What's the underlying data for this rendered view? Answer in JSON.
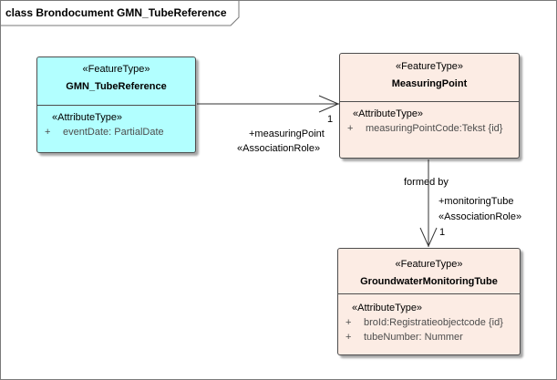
{
  "frame": {
    "title": "class Brondocument GMN_TubeReference"
  },
  "classes": {
    "tube_reference": {
      "stereotype": "«FeatureType»",
      "name": "GMN_TubeReference",
      "attr_stereotype": "«AttributeType»",
      "attributes": [
        {
          "visibility": "+",
          "text": "eventDate: PartialDate"
        }
      ],
      "fill": "#b2ffff"
    },
    "measuring_point": {
      "stereotype": "«FeatureType»",
      "name": "MeasuringPoint",
      "attr_stereotype": "«AttributeType»",
      "attributes": [
        {
          "visibility": "+",
          "text": "measuringPointCode:Tekst {id}"
        }
      ],
      "fill": "#fcece4"
    },
    "monitoring_tube": {
      "stereotype": "«FeatureType»",
      "name": "GroundwaterMonitoringTube",
      "attr_stereotype": "«AttributeType»",
      "attributes": [
        {
          "visibility": "+",
          "text": "broId:Registratieobjectcode {id}"
        },
        {
          "visibility": "+",
          "text": "tubeNumber: Nummer"
        }
      ],
      "fill": "#fcece4"
    }
  },
  "associations": {
    "tube_to_point": {
      "multiplicity": "1",
      "role": "+measuringPoint",
      "role_stereotype": "«AssociationRole»"
    },
    "point_to_tube": {
      "name": "formed by",
      "role": "+monitoringTube",
      "role_stereotype": "«AssociationRole»",
      "multiplicity": "1"
    }
  }
}
